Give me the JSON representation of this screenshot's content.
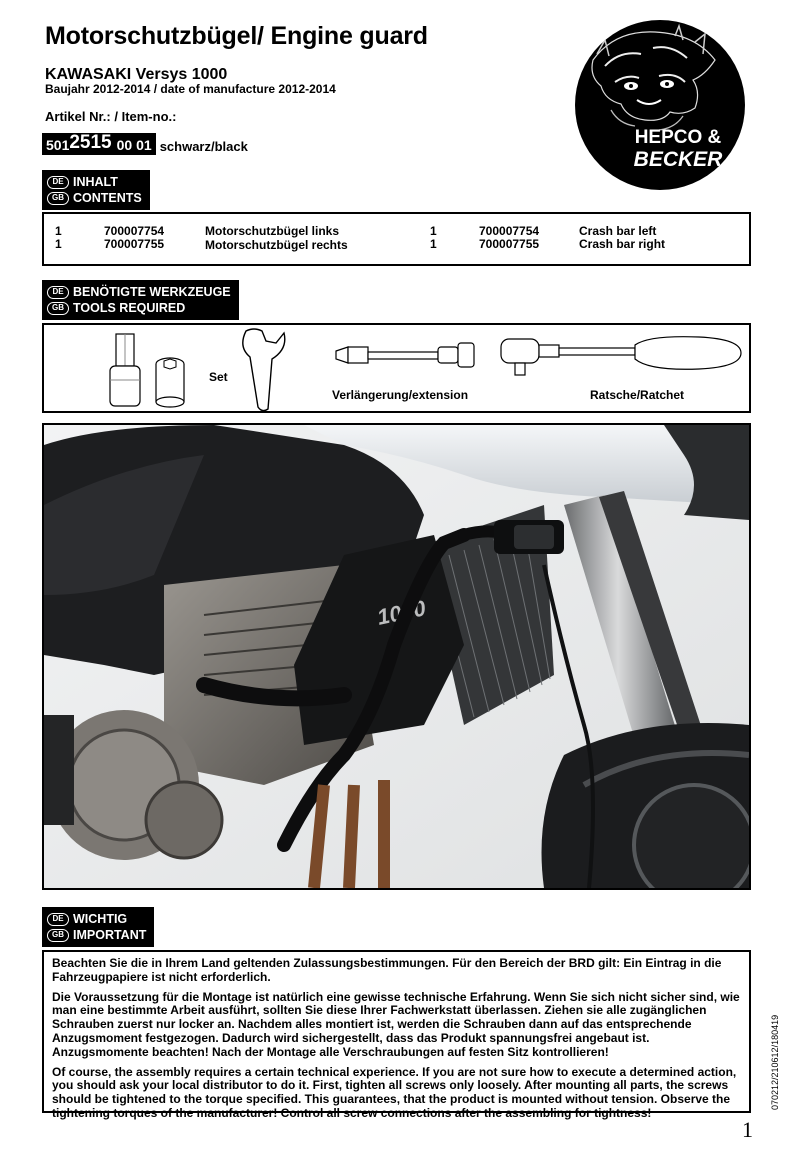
{
  "header": {
    "title": "Motorschutzbügel/ Engine guard",
    "model": "KAWASAKI Versys 1000",
    "year": "Baujahr 2012-2014 / date of manufacture 2012-2014",
    "item_label": "Artikel Nr.: / Item-no.:",
    "item_no": {
      "part1": "501",
      "part2": "2515",
      "part3": "00 01",
      "color": "schwarz/black"
    }
  },
  "logo": {
    "line1": "HEPCO &",
    "line2": "BECKER"
  },
  "sections": {
    "contents": {
      "de_flag": "DE",
      "gb_flag": "GB",
      "de": "INHALT",
      "gb": "CONTENTS"
    },
    "tools": {
      "de_flag": "DE",
      "gb_flag": "GB",
      "de": "BENÖTIGTE WERKZEUGE",
      "gb": "TOOLS REQUIRED"
    },
    "important": {
      "de_flag": "DE",
      "gb_flag": "GB",
      "de": "WICHTIG",
      "gb": "IMPORTANT"
    }
  },
  "contents_rows": [
    {
      "qty_de": "1",
      "part_de": "700007754",
      "desc_de": "Motorschutzbügel links",
      "qty_gb": "1",
      "part_gb": "700007754",
      "desc_gb": "Crash bar left"
    },
    {
      "qty_de": "1",
      "part_de": "700007755",
      "desc_de": "Motorschutzbügel rechts",
      "qty_gb": "1",
      "part_gb": "700007755",
      "desc_gb": "Crash bar right"
    }
  ],
  "tools": {
    "set": "Set",
    "extension": "Verlängerung/extension",
    "ratchet": "Ratsche/Ratchet"
  },
  "important_text": [
    "Beachten Sie die in Ihrem Land geltenden Zulassungsbestimmungen. Für den Bereich der BRD gilt: Ein Eintrag in die Fahrzeugpapiere ist nicht erforderlich.",
    "Die Voraussetzung für die Montage ist natürlich eine gewisse technische Erfahrung. Wenn Sie sich nicht sicher sind, wie man eine bestimmte Arbeit ausführt, sollten Sie diese Ihrer Fachwerkstatt überlassen. Ziehen sie alle zugänglichen Schrauben zuerst nur locker an. Nachdem alles montiert ist, werden die  Schrauben dann auf das entsprechende Anzugsmoment festgezogen. Dadurch wird sichergestellt, dass das Produkt  spannungsfrei angebaut ist. Anzugsmomente beachten! Nach der Montage alle Verschraubungen auf festen Sitz kontrollieren!",
    "Of course, the assembly requires a certain technical experience. If you are not sure how to execute a determined action, you should ask your local distributor to do it. First, tighten all screws only loosely. After mounting all parts, the screws should be tightened to the torque specified. This guarantees, that the product is mounted without tension. Observe the tightening torques of the manufacturer! Control all screw connections after the assembling for tightness!"
  ],
  "photo": {
    "fairing_badge": "1000"
  },
  "footer": {
    "doc_id": "070212/210612/180419",
    "page": "1"
  }
}
